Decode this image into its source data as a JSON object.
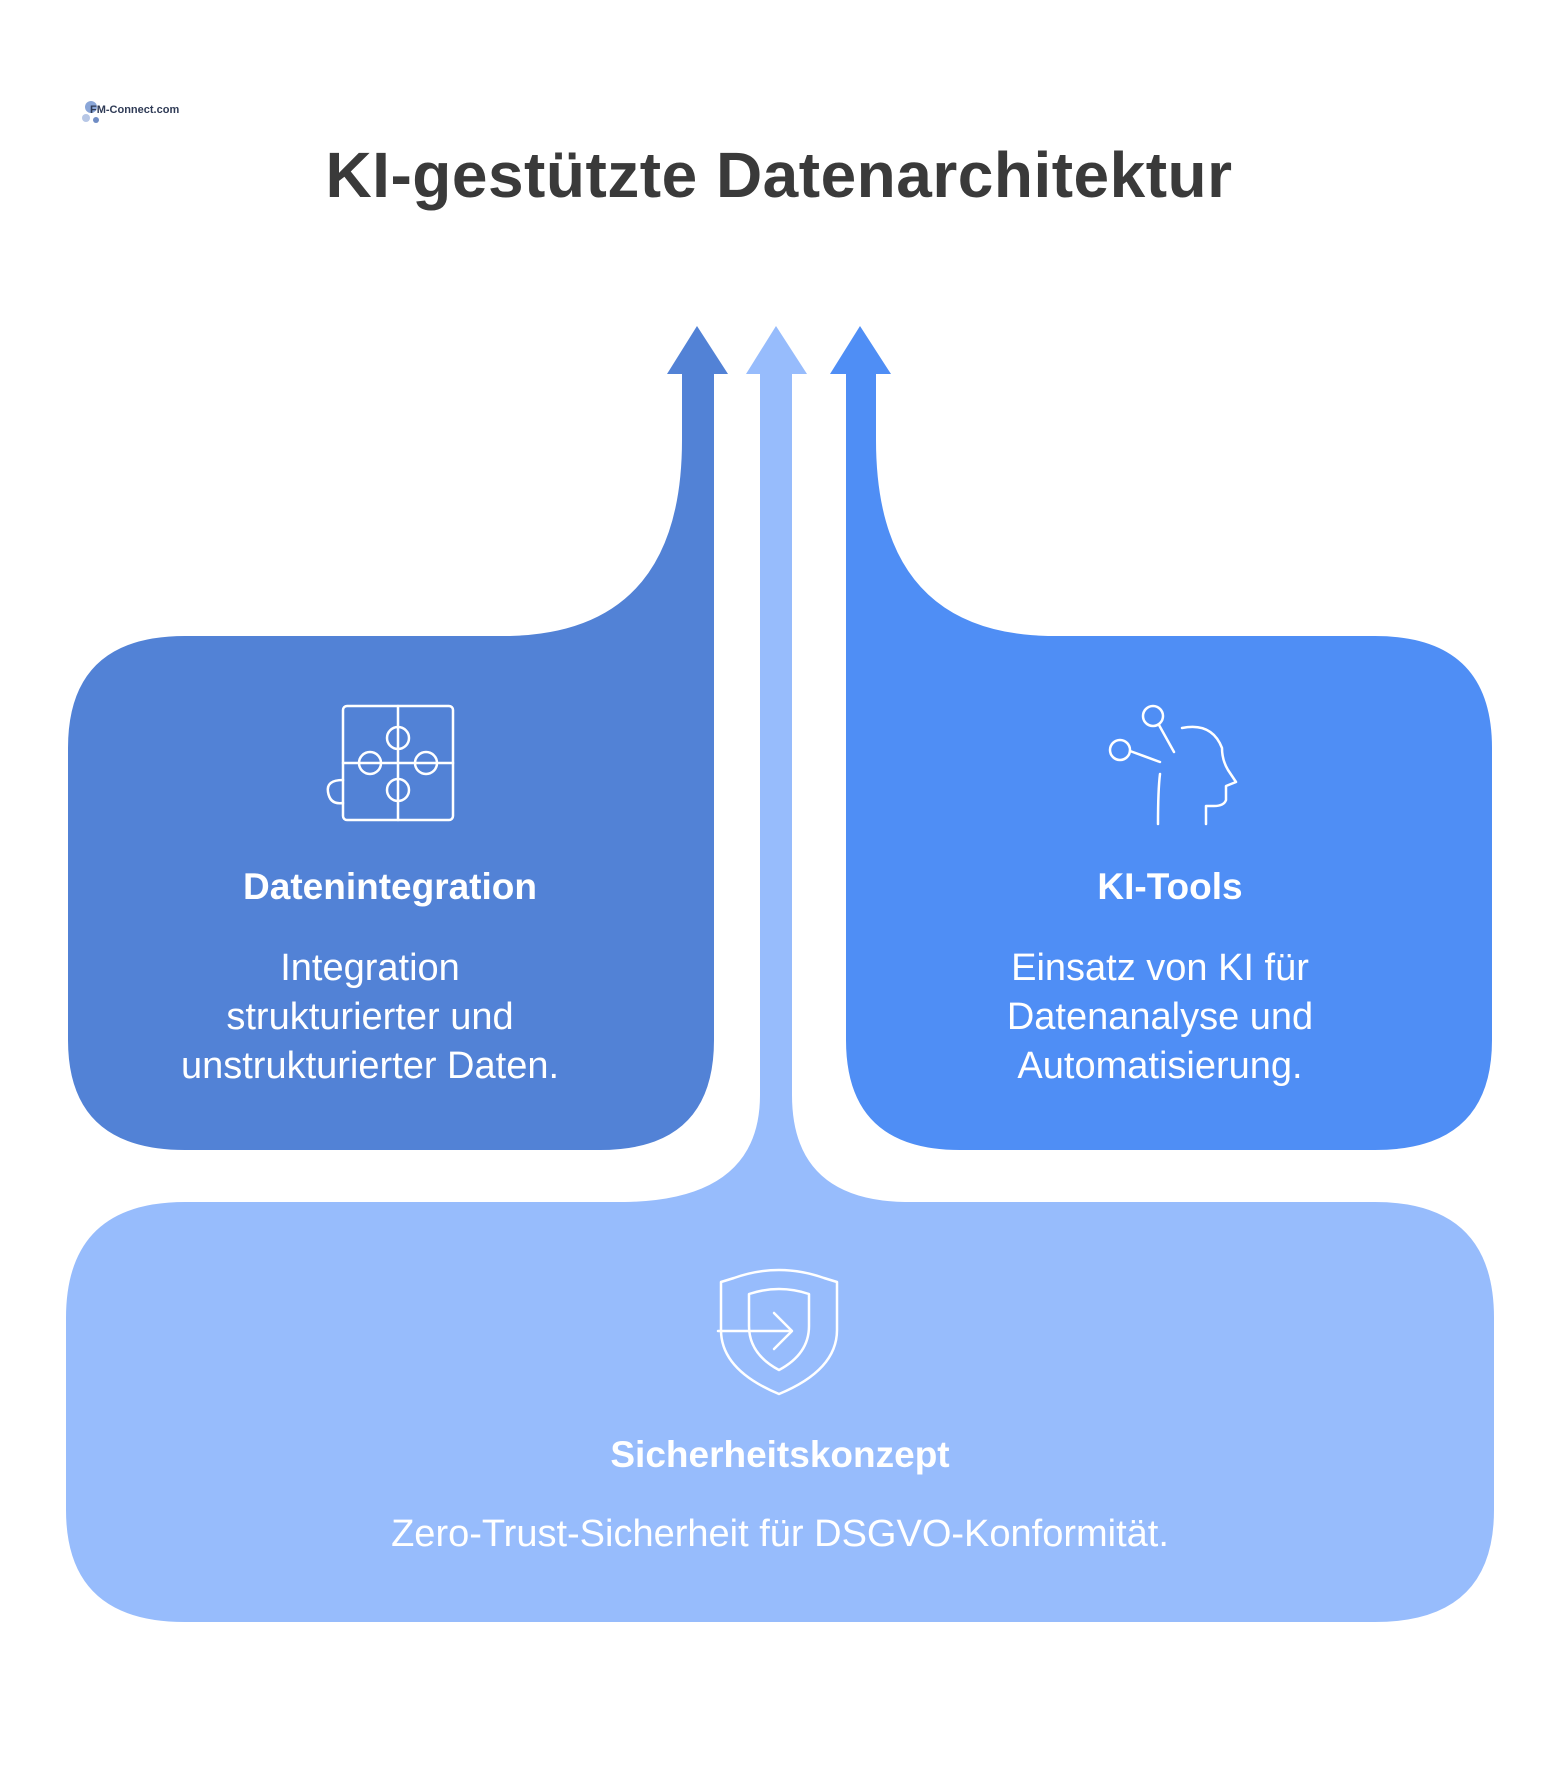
{
  "title": "KI-gestützte Datenarchitektur",
  "logo": {
    "text": "FM-Connect.com"
  },
  "colors": {
    "left": "#5282d6",
    "right": "#4f8ef5",
    "bottom": "#97bcfc"
  },
  "cards": {
    "integration": {
      "icon": "puzzle-icon",
      "title": "Datenintegration",
      "lines": [
        "Integration",
        "strukturierter und",
        "unstrukturierter Daten."
      ]
    },
    "tools": {
      "icon": "ai-head-icon",
      "title": "KI-Tools",
      "lines": [
        "Einsatz von KI für",
        "Datenanalyse und",
        "Automatisierung."
      ]
    },
    "security": {
      "icon": "shield-login-icon",
      "title": "Sicherheitskonzept",
      "lines": [
        "Zero-Trust-Sicherheit für DSGVO-Konformität."
      ]
    }
  }
}
